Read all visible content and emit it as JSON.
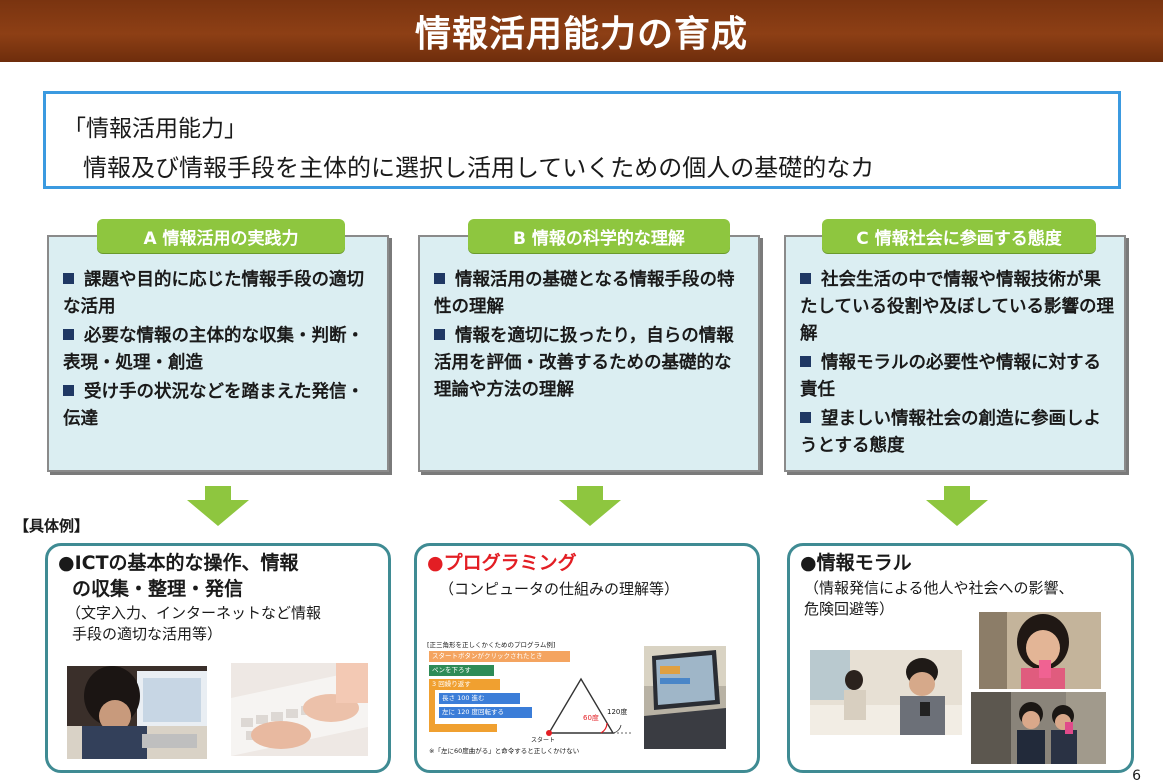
{
  "title": "情報活用能力の育成",
  "definition": {
    "heading": "「情報活用能力」",
    "body": "情報及び情報手段を主体的に選択し活用していくための個人の基礎的なカ"
  },
  "columns": [
    {
      "header": "A 情報活用の実践力",
      "items": [
        "課題や目的に応じた情報手段の適切な活用",
        "必要な情報の主体的な収集・判断・表現・処理・創造",
        "受け手の状況などを踏まえた発信・伝達"
      ]
    },
    {
      "header": "B 情報の科学的な理解",
      "items": [
        "情報活用の基礎となる情報手段の特性の理解",
        "情報を適切に扱ったり，自らの情報活用を評価・改善するための基礎的な理論や方法の理解"
      ]
    },
    {
      "header": "C 情報社会に参画する態度",
      "items": [
        "社会生活の中で情報や情報技術が果たしている役割や及ぼしている影響の理解",
        "情報モラルの必要性や情報に対する責任",
        "望ましい情報社会の創造に参画しようとする態度"
      ]
    }
  ],
  "examples_label": "【具体例】",
  "examples": [
    {
      "title_line1": "●ICTの基本的な操作、情報",
      "title_line2": "の収集・整理・発信",
      "sub_line1": "（文字入力、インターネットなど情報",
      "sub_line2": "手段の適切な活用等）"
    },
    {
      "title_line1": "●プログラミング",
      "sub_line1": "（コンピュータの仕組みの理解等）"
    },
    {
      "title_line1": "●情報モラル",
      "sub_line1": "（情報発信による他人や社会への影響、",
      "sub_line2": "危険回避等）"
    }
  ],
  "program_example": {
    "caption": "正三角形を正しくかくためのプログラム例",
    "blocks": [
      "スタートボタンがクリックされたとき",
      "ペンを下ろす",
      "3 回繰り返す",
      "長さ 100 進む",
      "左に 120 度回転する"
    ],
    "angle_inner": "60度",
    "angle_outer": "120度",
    "start_label": "スタート",
    "note": "※「左に60度曲がる」と命令すると正しくかけない"
  },
  "page_number": "6",
  "colors": {
    "banner": "#8d3f15",
    "header_green": "#8ec63f",
    "panel_bg": "#dbeef2",
    "def_border": "#3b9ae0",
    "example_border": "#3f8b93",
    "accent_red": "#e31e24"
  }
}
